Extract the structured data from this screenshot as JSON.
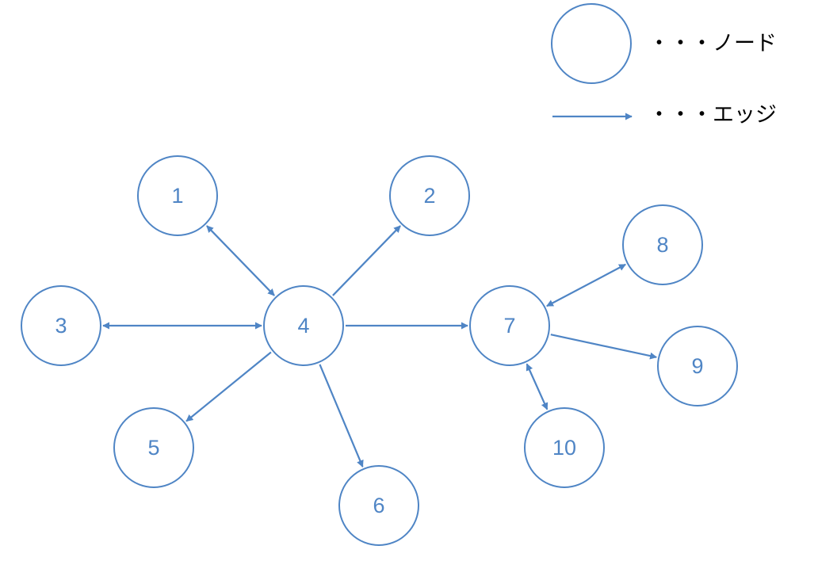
{
  "colors": {
    "accent": "#4f85c5",
    "text": "#000000",
    "background": "#ffffff"
  },
  "legend": {
    "node_label": "・・・ノード",
    "edge_label": "・・・エッジ"
  },
  "nodes": [
    {
      "id": "1",
      "label": "1"
    },
    {
      "id": "2",
      "label": "2"
    },
    {
      "id": "3",
      "label": "3"
    },
    {
      "id": "4",
      "label": "4"
    },
    {
      "id": "5",
      "label": "5"
    },
    {
      "id": "6",
      "label": "6"
    },
    {
      "id": "7",
      "label": "7"
    },
    {
      "id": "8",
      "label": "8"
    },
    {
      "id": "9",
      "label": "9"
    },
    {
      "id": "10",
      "label": "10"
    }
  ],
  "edges": [
    {
      "from": "1",
      "to": "4",
      "direction": "both"
    },
    {
      "from": "4",
      "to": "2",
      "direction": "forward"
    },
    {
      "from": "3",
      "to": "4",
      "direction": "both"
    },
    {
      "from": "4",
      "to": "5",
      "direction": "forward"
    },
    {
      "from": "4",
      "to": "6",
      "direction": "forward"
    },
    {
      "from": "4",
      "to": "7",
      "direction": "forward"
    },
    {
      "from": "7",
      "to": "8",
      "direction": "both"
    },
    {
      "from": "7",
      "to": "9",
      "direction": "forward"
    },
    {
      "from": "7",
      "to": "10",
      "direction": "both"
    }
  ]
}
